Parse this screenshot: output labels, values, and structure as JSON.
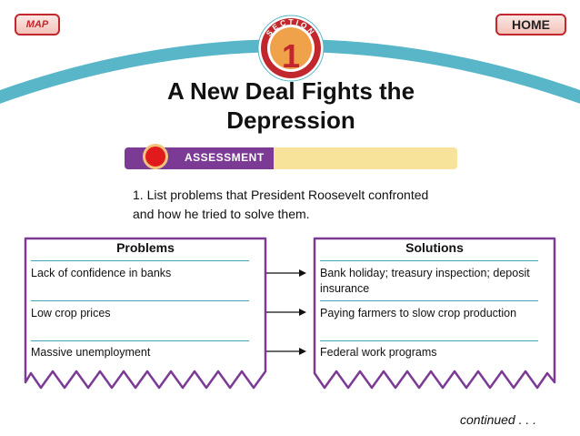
{
  "nav": {
    "map_label": "MAP",
    "home_label": "HOME"
  },
  "section": {
    "word": "SECTION",
    "number": "1"
  },
  "title": {
    "line1": "A New Deal Fights the",
    "line2": "Depression"
  },
  "assessment": {
    "label": "ASSESSMENT"
  },
  "question": {
    "line1": "1. List problems that President Roosevelt confronted",
    "line2": "and how he tried to solve them."
  },
  "problems": {
    "header": "Problems",
    "items": [
      "Lack of confidence in banks",
      "Low crop prices",
      "Massive unemployment"
    ]
  },
  "solutions": {
    "header": "Solutions",
    "items": [
      "Bank holiday; treasury inspection; deposit insurance",
      "Paying farmers to slow crop production",
      "Federal work programs"
    ]
  },
  "footer": {
    "continued": "continued . . ."
  },
  "colors": {
    "accent_red": "#c1272d",
    "arc_blue": "#58b6c8",
    "panel_purple": "#7b3a93",
    "separator_teal": "#41a7b5",
    "assessment_yellow": "#f8e39a"
  }
}
